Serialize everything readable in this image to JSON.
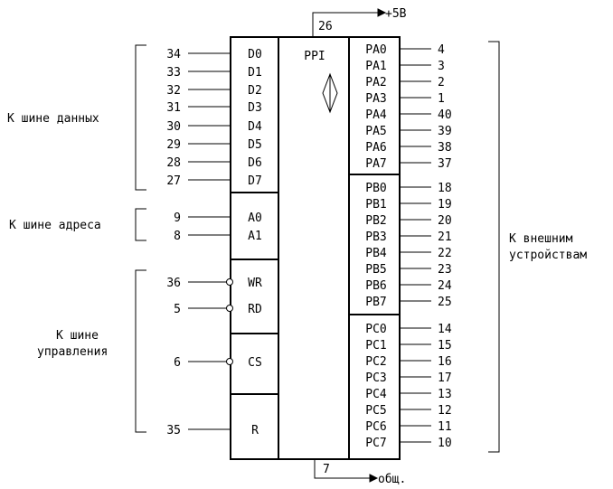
{
  "chip": {
    "name": "PPI",
    "power": {
      "pin": "26",
      "label": "+5В"
    },
    "ground": {
      "pin": "7",
      "label": "общ."
    }
  },
  "groups": {
    "data_bus": "К шине данных",
    "address_bus": "К шине адреса",
    "control_bus_line1": "К шине",
    "control_bus_line2": "управления",
    "external_line1": "К внешним",
    "external_line2": "устройствам"
  },
  "left_pins": {
    "data": [
      {
        "num": "34",
        "name": "D0"
      },
      {
        "num": "33",
        "name": "D1"
      },
      {
        "num": "32",
        "name": "D2"
      },
      {
        "num": "31",
        "name": "D3"
      },
      {
        "num": "30",
        "name": "D4"
      },
      {
        "num": "29",
        "name": "D5"
      },
      {
        "num": "28",
        "name": "D6"
      },
      {
        "num": "27",
        "name": "D7"
      }
    ],
    "address": [
      {
        "num": "9",
        "name": "A0"
      },
      {
        "num": "8",
        "name": "A1"
      }
    ],
    "control": [
      {
        "num": "36",
        "name": "WR",
        "inverted": true
      },
      {
        "num": "5",
        "name": "RD",
        "inverted": true
      },
      {
        "num": "6",
        "name": "CS",
        "inverted": true
      },
      {
        "num": "35",
        "name": "R",
        "inverted": false
      }
    ]
  },
  "right_pins": {
    "port_a": [
      {
        "name": "PA0",
        "num": "4"
      },
      {
        "name": "PA1",
        "num": "3"
      },
      {
        "name": "PA2",
        "num": "2"
      },
      {
        "name": "PA3",
        "num": "1"
      },
      {
        "name": "PA4",
        "num": "40"
      },
      {
        "name": "PA5",
        "num": "39"
      },
      {
        "name": "PA6",
        "num": "38"
      },
      {
        "name": "PA7",
        "num": "37"
      }
    ],
    "port_b": [
      {
        "name": "PB0",
        "num": "18"
      },
      {
        "name": "PB1",
        "num": "19"
      },
      {
        "name": "PB2",
        "num": "20"
      },
      {
        "name": "PB3",
        "num": "21"
      },
      {
        "name": "PB4",
        "num": "22"
      },
      {
        "name": "PB5",
        "num": "23"
      },
      {
        "name": "PB6",
        "num": "24"
      },
      {
        "name": "PB7",
        "num": "25"
      }
    ],
    "port_c": [
      {
        "name": "PC0",
        "num": "14"
      },
      {
        "name": "PC1",
        "num": "15"
      },
      {
        "name": "PC2",
        "num": "16"
      },
      {
        "name": "PC3",
        "num": "17"
      },
      {
        "name": "PC4",
        "num": "13"
      },
      {
        "name": "PC5",
        "num": "12"
      },
      {
        "name": "PC6",
        "num": "11"
      },
      {
        "name": "PC7",
        "num": "10"
      }
    ]
  }
}
